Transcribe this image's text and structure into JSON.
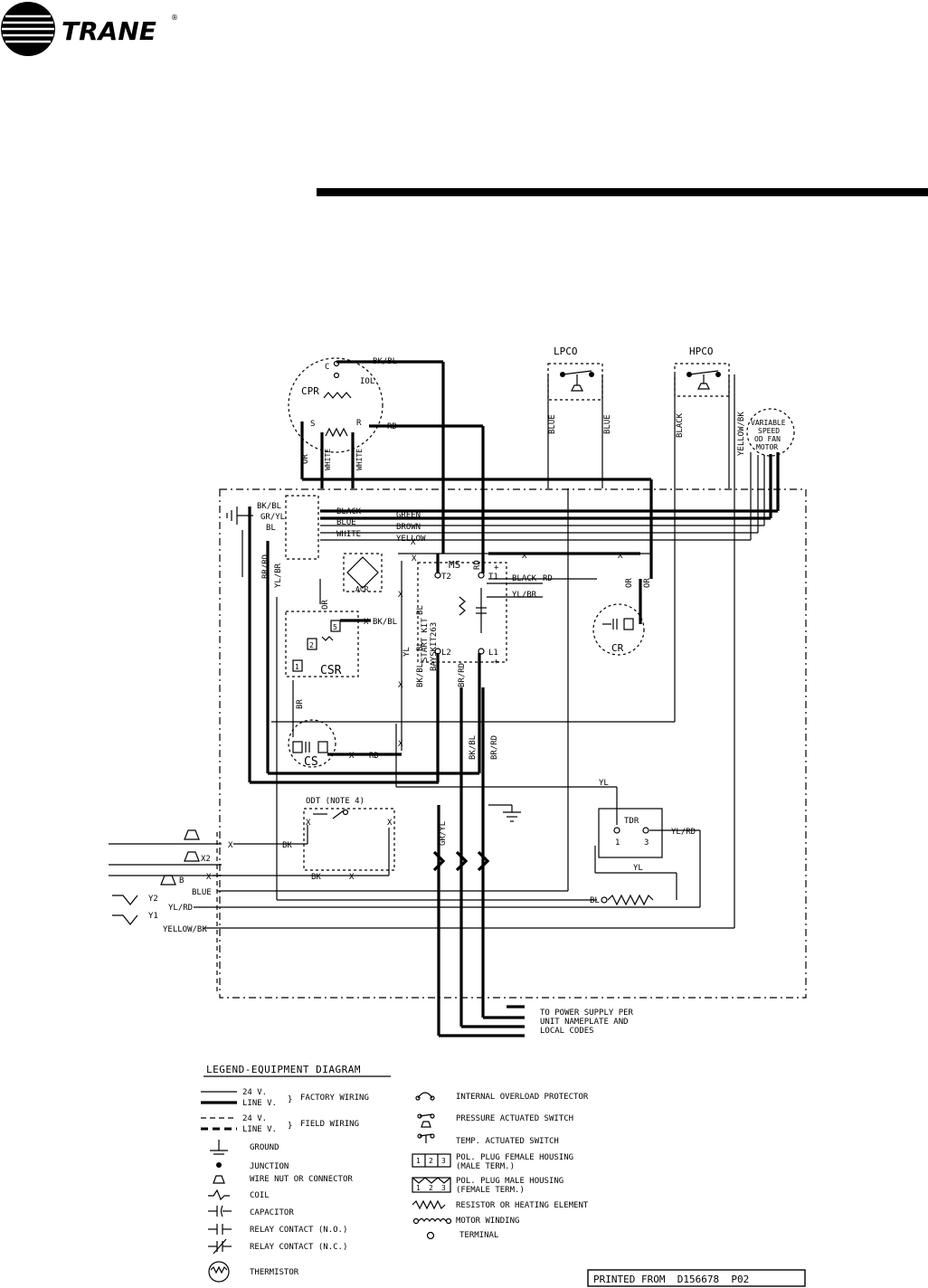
{
  "header": {
    "brand": "TRANE",
    "registered_mark": "®"
  },
  "components": {
    "lpco": "LPCO",
    "hpco": "HPCO",
    "cpr": "CPR",
    "cpr_c": "C",
    "cpr_s": "S",
    "cpr_r": "R",
    "iol": "IOL",
    "fan_motor": [
      "VARIABLE",
      "SPEED",
      "OD FAN",
      "MOTOR"
    ],
    "ms": "MS",
    "t2": "T2",
    "t1": "T1",
    "l2": "L2",
    "l1": "L1",
    "cr": "CR",
    "csr": "CSR",
    "cs": "CS",
    "acr": "ACR",
    "tdr": "TDR",
    "tdr_pin1": "1",
    "tdr_pin3": "3",
    "odt": "ODT (NOTE 4)",
    "start_kit": [
      "START KIT",
      "BAYSKIT263"
    ],
    "csr_pin1": "1",
    "csr_pin2": "2",
    "csr_pin5": "5",
    "term_x2": "X2",
    "term_b": "B",
    "term_y2": "Y2",
    "term_y1": "Y1",
    "plus": "+"
  },
  "wires": {
    "bk_bl": "BK/BL",
    "rd": "RD",
    "or": "OR",
    "white": "WHITE",
    "blue": "BLUE",
    "black": "BLACK",
    "yellow_bk": "YELLOW/BK",
    "gr_yl": "GR/YL",
    "bl": "BL",
    "br_rd": "BR/RD",
    "yl_br": "YL/BR",
    "green": "GREEN",
    "brown": "BROWN",
    "yellow": "YELLOW",
    "x": "X",
    "yl": "YL",
    "bk": "BK",
    "br": "BR",
    "yl_rd": "YL/RD"
  },
  "power_note": [
    "TO POWER SUPPLY PER",
    "UNIT NAMEPLATE AND",
    "LOCAL CODES"
  ],
  "legend": {
    "title": "LEGEND-EQUIPMENT DIAGRAM",
    "v24": "24 V.",
    "line_v": "LINE V.",
    "factory_wiring": "FACTORY WIRING",
    "field_wiring": "FIELD WIRING",
    "left_items": [
      "GROUND",
      "JUNCTION",
      "WIRE NUT OR CONNECTOR",
      "COIL",
      "CAPACITOR",
      "RELAY CONTACT (N.O.)",
      "RELAY CONTACT (N.C.)",
      "THERMISTOR"
    ],
    "right_items": {
      "iop": "INTERNAL OVERLOAD PROTECTOR",
      "pas": "PRESSURE ACTUATED SWITCH",
      "tas": "TEMP. ACTUATED SWITCH",
      "female": [
        "POL. PLUG FEMALE HOUSING",
        "(MALE TERM.)"
      ],
      "male": [
        "POL. PLUG MALE HOUSING",
        "(FEMALE TERM.)"
      ],
      "resistor": "RESISTOR OR HEATING ELEMENT",
      "motor": "MOTOR WINDING",
      "terminal": "TERMINAL"
    },
    "plug_nums": [
      "1",
      "2",
      "3"
    ]
  },
  "footer": {
    "printed_from": "PRINTED FROM  D156678  P02"
  }
}
